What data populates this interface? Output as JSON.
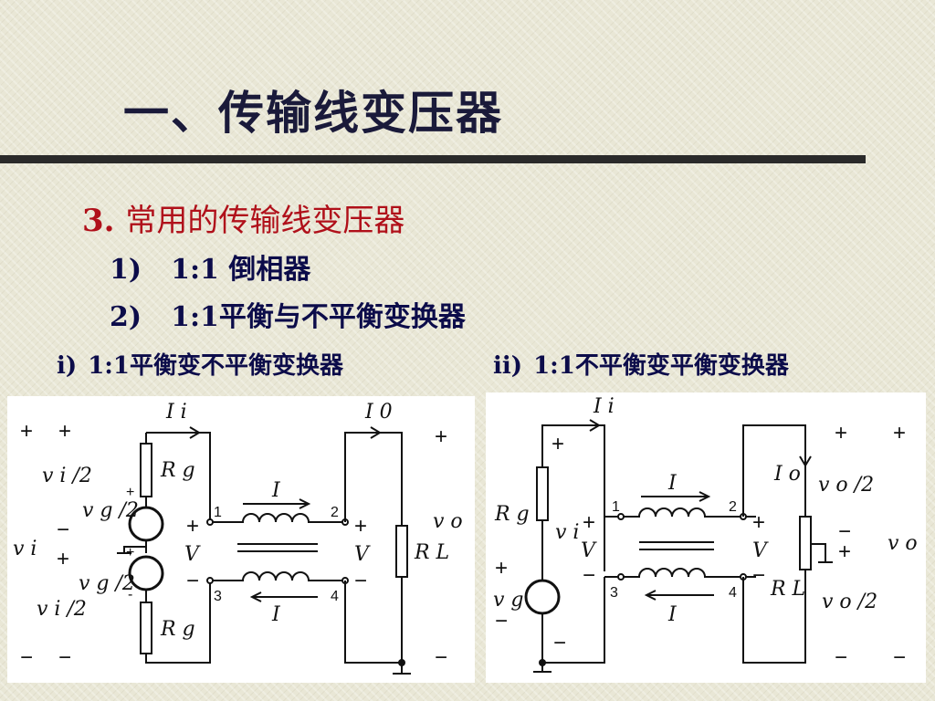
{
  "slide": {
    "title": "一、传输线变压器",
    "section": {
      "number": "3.",
      "name": "常用的传输线变压器"
    },
    "items": [
      {
        "marker": "1)",
        "text": "1:1 倒相器"
      },
      {
        "marker": "2)",
        "text": "1:1平衡与不平衡变换器"
      }
    ],
    "subtitles": [
      {
        "marker": "i)",
        "text": "1:1平衡变不平衡变换器"
      },
      {
        "marker": "ii)",
        "text": "1:1不平衡变平衡变换器"
      }
    ]
  },
  "left_circuit": {
    "current_in": "I i",
    "current_out": "I 0",
    "vi_half_top": "v i /2",
    "vg_half_top": "v g /2",
    "vi": "v i",
    "vg_half_bottom": "v g /2",
    "vi_half_bottom": "v i /2",
    "rg_top": "R g",
    "rg_bottom": "R g",
    "line_current_top": "I",
    "line_current_bottom": "I",
    "voltage_in": "V",
    "voltage_out": "V",
    "load": "R L",
    "vo": "v o",
    "terminals": [
      "1",
      "2",
      "3",
      "4"
    ]
  },
  "right_circuit": {
    "current_in": "I i",
    "current_out": "I o",
    "rg": "R g",
    "vi": "v i",
    "vg": "v g",
    "line_current_top": "I",
    "line_current_bottom": "I",
    "voltage_in": "V",
    "voltage_out": "V",
    "load": "R L",
    "vo_half_top": "v o /2",
    "vo": "v o",
    "vo_half_bottom": "v o /2",
    "terminals": [
      "1",
      "2",
      "3",
      "4"
    ]
  },
  "colors": {
    "title": "#1a1a3a",
    "heading": "#b0101a",
    "body": "#0c0c4a",
    "rule": "#2a2a2a"
  }
}
